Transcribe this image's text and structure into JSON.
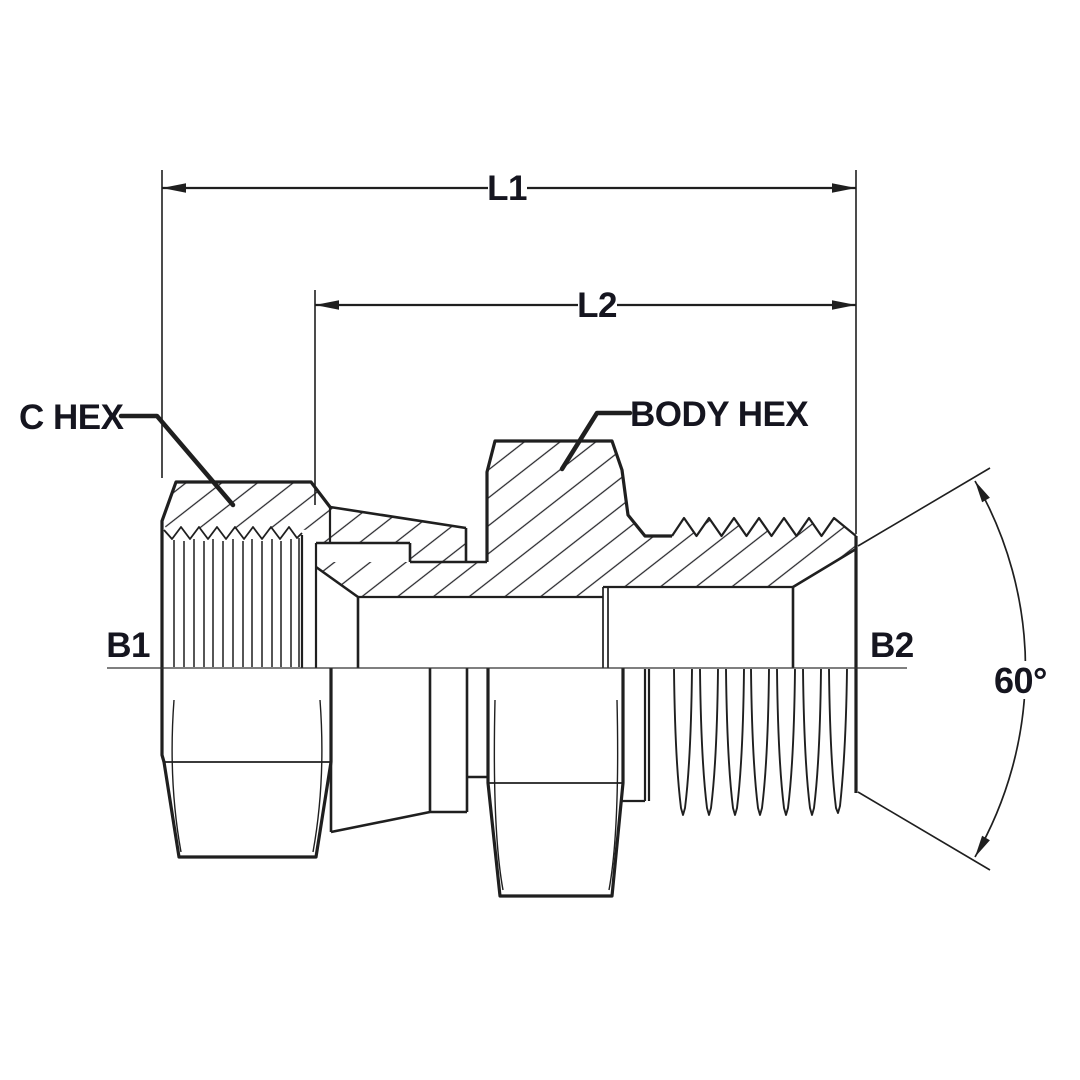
{
  "drawing": {
    "type": "technical-drawing-half-section",
    "subject": "hydraulic swivel adapter fitting",
    "labels": {
      "l1": "L1",
      "l2": "L2",
      "c_hex": "C HEX",
      "body_hex": "BODY HEX",
      "b1": "B1",
      "b2": "B2",
      "angle": "60°"
    },
    "colors": {
      "line": "#1f1f1f",
      "text": "#15151f",
      "background": "#ffffff"
    }
  }
}
